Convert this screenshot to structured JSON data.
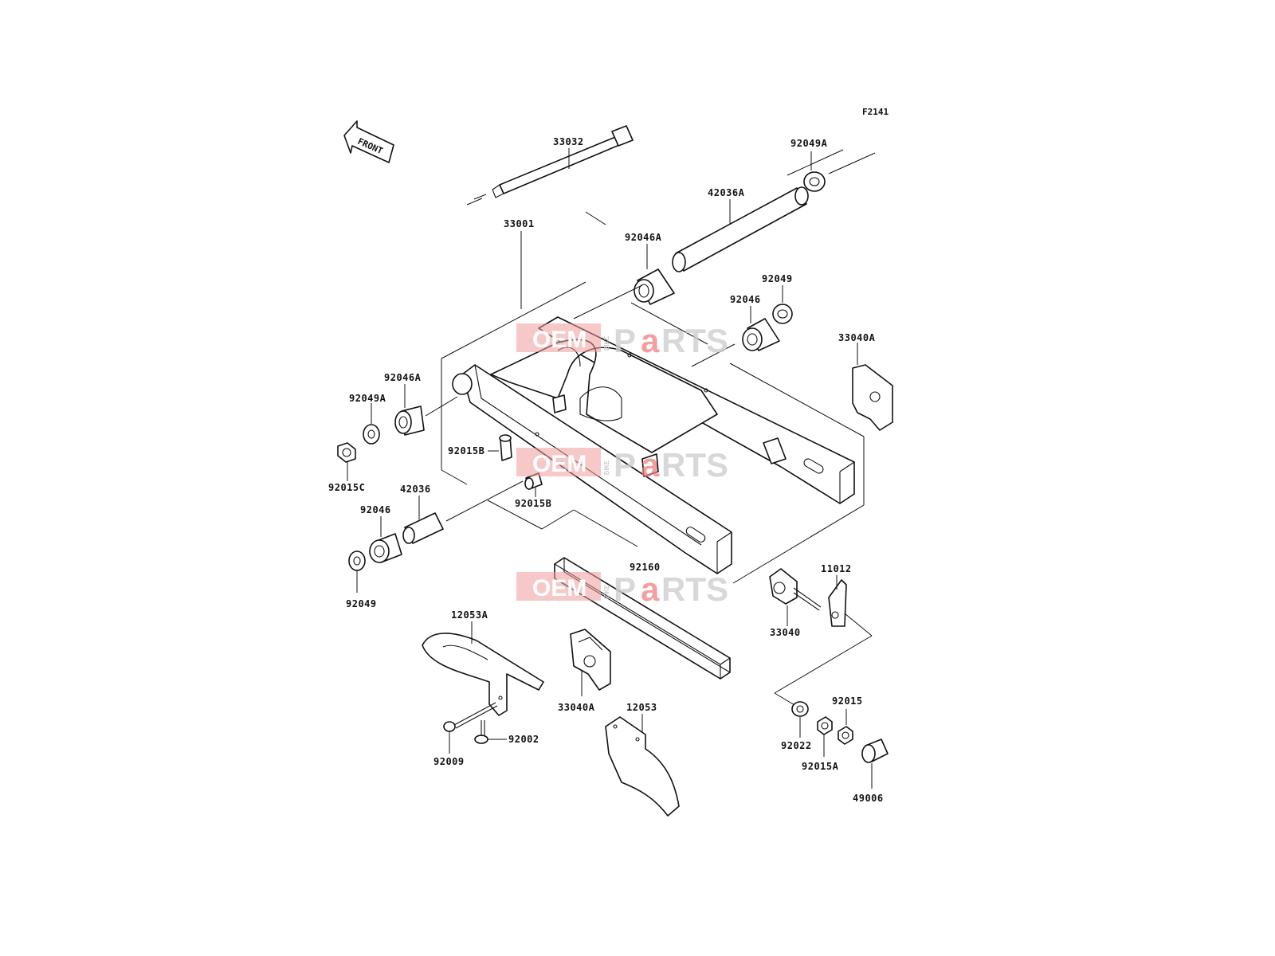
{
  "figure_code": "F2141",
  "front_marker": "FRONT",
  "watermark": {
    "left": "OEM",
    "small": "BIKE",
    "right_grey": "P",
    "right_red": "a",
    "right_grey2": "RTS",
    "accent": "#ef9a9a"
  },
  "labels": {
    "p33032": "33032",
    "p92049A_top": "92049A",
    "p42036A": "42036A",
    "p92046A_top": "92046A",
    "p33001": "33001",
    "p92049_top": "92049",
    "p92046_top": "92046",
    "p33040A_right": "33040A",
    "p92046A_left": "92046A",
    "p92049A_left": "92049A",
    "p92015B_a": "92015B",
    "p92015C": "92015C",
    "p42036": "42036",
    "p92015B_b": "92015B",
    "p92046_left": "92046",
    "p92049_left": "92049",
    "p92160": "92160",
    "p11012": "11012",
    "p33040": "33040",
    "p12053A": "12053A",
    "p33040A_bottom": "33040A",
    "p12053": "12053",
    "p92015": "92015",
    "p92022": "92022",
    "p92015A": "92015A",
    "p49006": "49006",
    "p92009": "92009",
    "p92002": "92002"
  }
}
